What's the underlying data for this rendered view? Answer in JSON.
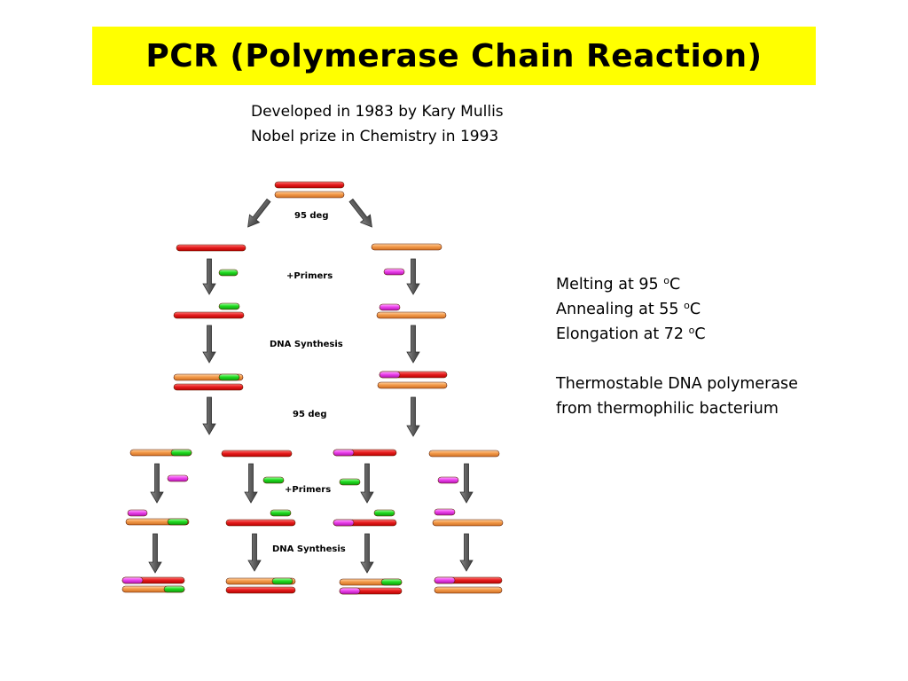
{
  "title": "PCR (Polymerase Chain Reaction)",
  "credits": [
    "Developed in 1983 by Kary Mullis",
    "Nobel prize in Chemistry in 1993"
  ],
  "notes": {
    "melting": {
      "label": "Melting at 95 ",
      "sup": "o",
      "unit": "C"
    },
    "annealing": {
      "label": "Annealing at 55 ",
      "sup": "o",
      "unit": "C"
    },
    "elongation": {
      "label": "Elongation at 72 ",
      "sup": "o",
      "unit": "C"
    },
    "enzyme": [
      "Thermostable DNA polymerase",
      "from thermophilic bacterium"
    ]
  },
  "diagram_labels": {
    "denature_1": "95 deg",
    "primers_1": "+Primers",
    "synthesis_1": "DNA Synthesis",
    "denature_2": "95 deg",
    "primers_2": "+Primers",
    "synthesis_2": "DNA Synthesis"
  },
  "colors": {
    "title_bg": "#ffff00",
    "strand_red": "#e61f1f",
    "strand_orange": "#f39a4a",
    "primer_green": "#21dd21",
    "primer_magenta": "#ee44ee",
    "arrow_gray": "#6f6f6f"
  }
}
